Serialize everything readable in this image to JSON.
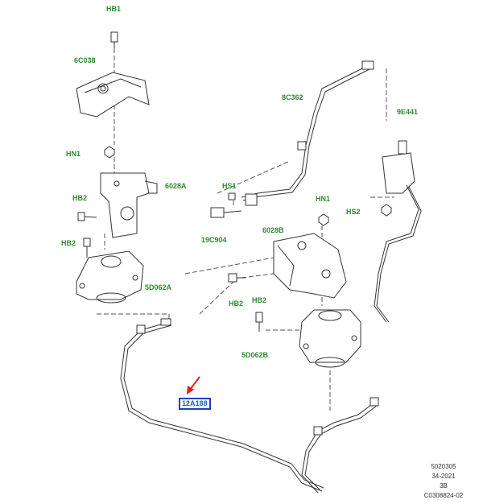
{
  "diagram": {
    "labels": {
      "hb1": "HB1",
      "p6c038": "6C038",
      "hn1_left": "HN1",
      "p6028a": "6028A",
      "hb2_a": "HB2",
      "hb2_b": "HB2",
      "p5d062a": "5D062A",
      "p8c362": "8C362",
      "p9e441": "9E441",
      "hs1": "HS1",
      "p19c904": "19C904",
      "hn1_right": "HN1",
      "hs2": "HS2",
      "p6028b": "6028B",
      "hb2_c": "HB2",
      "hb2_d": "HB2",
      "p5d062b": "5D062B",
      "p12a188": "12A188"
    },
    "reference": {
      "line1": "5020305",
      "line2": "34-2021",
      "line3": "3B",
      "line4": "C0308824-02"
    }
  },
  "colors": {
    "label_green": "#2e8b2e",
    "highlight_blue": "#1f3fbf",
    "arrow_red": "#e02020",
    "line_dark": "#333333"
  }
}
